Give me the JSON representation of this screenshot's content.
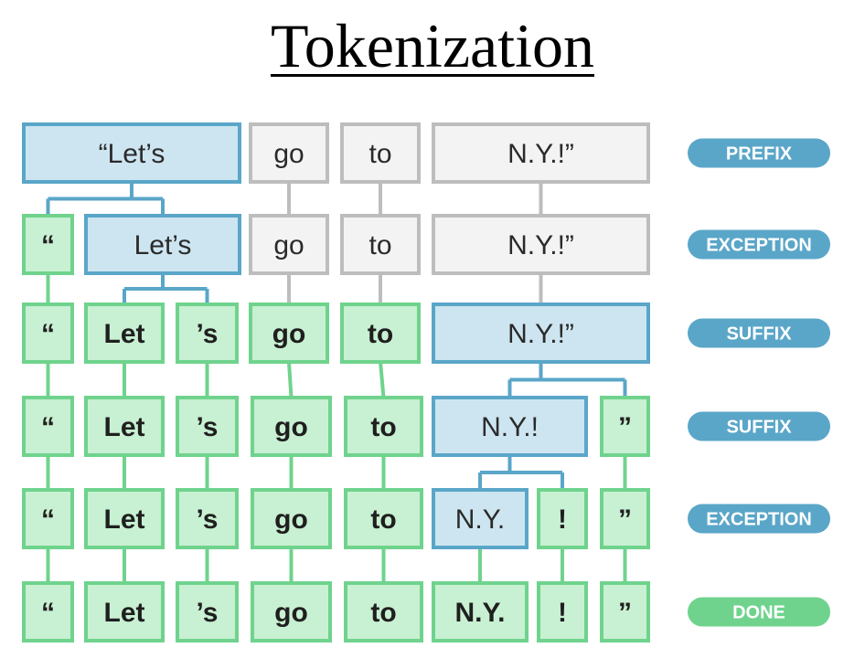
{
  "title": "Tokenization",
  "colors": {
    "gray_fill": "#f3f3f3",
    "gray_stroke": "#bdbdbd",
    "blue_fill": "#cde5f0",
    "blue_stroke": "#5aa6c8",
    "green_fill": "#c8f0d2",
    "green_stroke": "#6fd38d",
    "pill_blue": "#5aa6c8",
    "pill_green": "#6fd38d"
  },
  "rows": [
    {
      "step": "PREFIX",
      "step_style": "blue",
      "tokens": [
        {
          "id": "r0a",
          "text": "“Let’s",
          "state": "blue"
        },
        {
          "id": "r0b",
          "text": "go",
          "state": "gray"
        },
        {
          "id": "r0c",
          "text": "to",
          "state": "gray"
        },
        {
          "id": "r0d",
          "text": "N.Y.!”",
          "state": "gray"
        }
      ]
    },
    {
      "step": "EXCEPTION",
      "step_style": "blue",
      "tokens": [
        {
          "id": "r1a",
          "text": "“",
          "state": "green"
        },
        {
          "id": "r1b",
          "text": "Let’s",
          "state": "blue"
        },
        {
          "id": "r1c",
          "text": "go",
          "state": "gray"
        },
        {
          "id": "r1d",
          "text": "to",
          "state": "gray"
        },
        {
          "id": "r1e",
          "text": "N.Y.!”",
          "state": "gray"
        }
      ]
    },
    {
      "step": "SUFFIX",
      "step_style": "blue",
      "tokens": [
        {
          "id": "r2a",
          "text": "“",
          "state": "green"
        },
        {
          "id": "r2b",
          "text": "Let",
          "state": "green"
        },
        {
          "id": "r2c",
          "text": "’s",
          "state": "green"
        },
        {
          "id": "r2d",
          "text": "go",
          "state": "green"
        },
        {
          "id": "r2e",
          "text": "to",
          "state": "green"
        },
        {
          "id": "r2f",
          "text": "N.Y.!”",
          "state": "blue"
        }
      ]
    },
    {
      "step": "SUFFIX",
      "step_style": "blue",
      "tokens": [
        {
          "id": "r3a",
          "text": "“",
          "state": "green"
        },
        {
          "id": "r3b",
          "text": "Let",
          "state": "green"
        },
        {
          "id": "r3c",
          "text": "’s",
          "state": "green"
        },
        {
          "id": "r3d",
          "text": "go",
          "state": "green"
        },
        {
          "id": "r3e",
          "text": "to",
          "state": "green"
        },
        {
          "id": "r3f",
          "text": "N.Y.!",
          "state": "blue"
        },
        {
          "id": "r3g",
          "text": "”",
          "state": "green"
        }
      ]
    },
    {
      "step": "EXCEPTION",
      "step_style": "blue",
      "tokens": [
        {
          "id": "r4a",
          "text": "“",
          "state": "green"
        },
        {
          "id": "r4b",
          "text": "Let",
          "state": "green"
        },
        {
          "id": "r4c",
          "text": "’s",
          "state": "green"
        },
        {
          "id": "r4d",
          "text": "go",
          "state": "green"
        },
        {
          "id": "r4e",
          "text": "to",
          "state": "green"
        },
        {
          "id": "r4f",
          "text": "N.Y.",
          "state": "blue"
        },
        {
          "id": "r4g",
          "text": "!",
          "state": "green"
        },
        {
          "id": "r4h",
          "text": "”",
          "state": "green"
        }
      ]
    },
    {
      "step": "DONE",
      "step_style": "green",
      "tokens": [
        {
          "id": "r5a",
          "text": "“",
          "state": "green"
        },
        {
          "id": "r5b",
          "text": "Let",
          "state": "green"
        },
        {
          "id": "r5c",
          "text": "’s",
          "state": "green"
        },
        {
          "id": "r5d",
          "text": "go",
          "state": "green"
        },
        {
          "id": "r5e",
          "text": "to",
          "state": "green"
        },
        {
          "id": "r5f",
          "text": "N.Y.",
          "state": "green"
        },
        {
          "id": "r5g",
          "text": "!",
          "state": "green"
        },
        {
          "id": "r5h",
          "text": "”",
          "state": "green"
        }
      ]
    }
  ],
  "edges": [
    {
      "from": "r0a",
      "to": [
        "r1a",
        "r1b"
      ],
      "style": "blue"
    },
    {
      "from": "r0b",
      "to": [
        "r1c"
      ],
      "style": "gray"
    },
    {
      "from": "r0c",
      "to": [
        "r1d"
      ],
      "style": "gray"
    },
    {
      "from": "r0d",
      "to": [
        "r1e"
      ],
      "style": "gray"
    },
    {
      "from": "r1a",
      "to": [
        "r2a"
      ],
      "style": "green"
    },
    {
      "from": "r1b",
      "to": [
        "r2b",
        "r2c"
      ],
      "style": "blue"
    },
    {
      "from": "r1c",
      "to": [
        "r2d"
      ],
      "style": "gray"
    },
    {
      "from": "r1d",
      "to": [
        "r2e"
      ],
      "style": "gray"
    },
    {
      "from": "r1e",
      "to": [
        "r2f"
      ],
      "style": "gray"
    },
    {
      "from": "r2a",
      "to": [
        "r3a"
      ],
      "style": "green"
    },
    {
      "from": "r2b",
      "to": [
        "r3b"
      ],
      "style": "green"
    },
    {
      "from": "r2c",
      "to": [
        "r3c"
      ],
      "style": "green"
    },
    {
      "from": "r2d",
      "to": [
        "r3d"
      ],
      "style": "green"
    },
    {
      "from": "r2e",
      "to": [
        "r3e"
      ],
      "style": "green"
    },
    {
      "from": "r2f",
      "to": [
        "r3f",
        "r3g"
      ],
      "style": "blue"
    },
    {
      "from": "r3a",
      "to": [
        "r4a"
      ],
      "style": "green"
    },
    {
      "from": "r3b",
      "to": [
        "r4b"
      ],
      "style": "green"
    },
    {
      "from": "r3c",
      "to": [
        "r4c"
      ],
      "style": "green"
    },
    {
      "from": "r3d",
      "to": [
        "r4d"
      ],
      "style": "green"
    },
    {
      "from": "r3e",
      "to": [
        "r4e"
      ],
      "style": "green"
    },
    {
      "from": "r3f",
      "to": [
        "r4f",
        "r4g"
      ],
      "style": "blue"
    },
    {
      "from": "r3g",
      "to": [
        "r4h"
      ],
      "style": "green"
    },
    {
      "from": "r4a",
      "to": [
        "r5a"
      ],
      "style": "green"
    },
    {
      "from": "r4b",
      "to": [
        "r5b"
      ],
      "style": "green"
    },
    {
      "from": "r4c",
      "to": [
        "r5c"
      ],
      "style": "green"
    },
    {
      "from": "r4d",
      "to": [
        "r5d"
      ],
      "style": "green"
    },
    {
      "from": "r4e",
      "to": [
        "r5e"
      ],
      "style": "green"
    },
    {
      "from": "r4f",
      "to": [
        "r5f"
      ],
      "style": "green"
    },
    {
      "from": "r4g",
      "to": [
        "r5g"
      ],
      "style": "green"
    },
    {
      "from": "r4h",
      "to": [
        "r5h"
      ],
      "style": "green"
    }
  ]
}
